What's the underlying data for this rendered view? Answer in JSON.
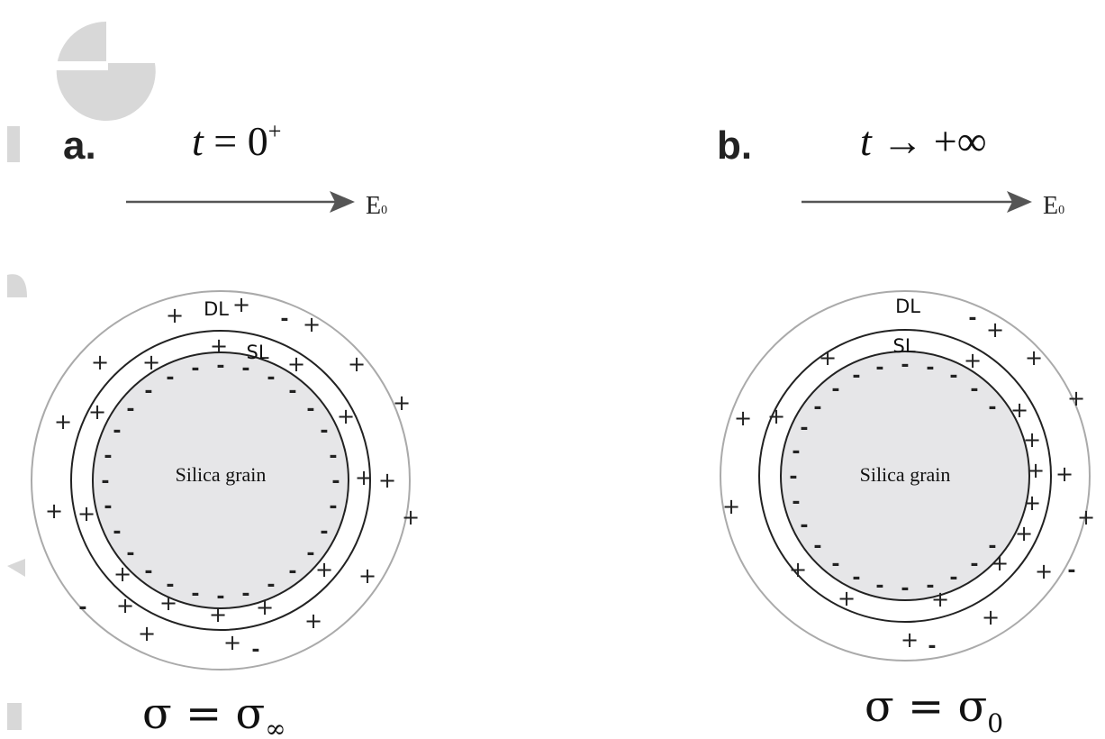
{
  "panels": [
    {
      "letter": "a.",
      "time_var": "t",
      "time_rest": " = 0",
      "time_sup": "+",
      "field_label": "E",
      "field_sub": "0",
      "dl_label": "DL",
      "sl_label": "SL",
      "grain_label": "Silica grain",
      "sigma_main": "σ = σ",
      "sigma_sub": "∞"
    },
    {
      "letter": "b.",
      "time_var": "t",
      "time_rest": " → +∞",
      "time_sup": "",
      "field_label": "E",
      "field_sub": "0",
      "dl_label": "DL",
      "sl_label": "SL",
      "grain_label": "Silica grain",
      "sigma_main": "σ = σ",
      "sigma_sub": "0"
    }
  ],
  "colors": {
    "grain_fill": "#e6e6e8",
    "outer_ring": "#aaaaaa",
    "inner_ring": "#222222",
    "arrow": "#555555",
    "watermark": "#d8d8d8"
  }
}
